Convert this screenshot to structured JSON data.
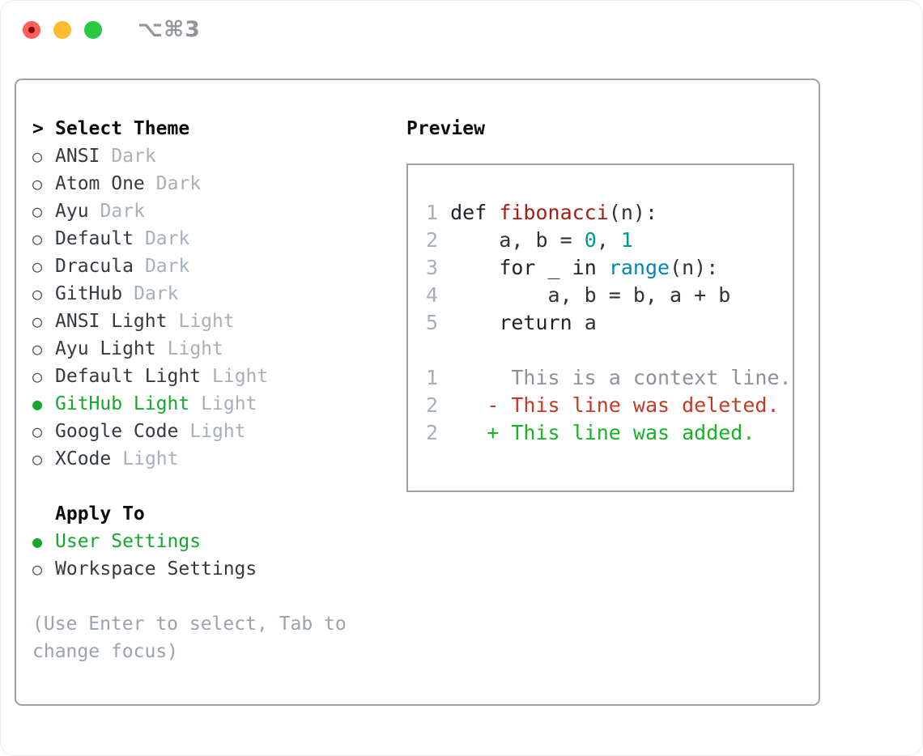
{
  "window": {
    "title": "⌥⌘3"
  },
  "theme_list": {
    "prompt": ">",
    "header": "Select Theme",
    "radio_unselected_icon": "○",
    "radio_selected_icon": "●",
    "items": [
      {
        "name": "ANSI",
        "variant": "Dark",
        "selected": false
      },
      {
        "name": "Atom One",
        "variant": "Dark",
        "selected": false
      },
      {
        "name": "Ayu",
        "variant": "Dark",
        "selected": false
      },
      {
        "name": "Default",
        "variant": "Dark",
        "selected": false
      },
      {
        "name": "Dracula",
        "variant": "Dark",
        "selected": false
      },
      {
        "name": "GitHub",
        "variant": "Dark",
        "selected": false
      },
      {
        "name": "ANSI Light",
        "variant": "Light",
        "selected": false
      },
      {
        "name": "Ayu Light",
        "variant": "Light",
        "selected": false
      },
      {
        "name": "Default Light",
        "variant": "Light",
        "selected": false
      },
      {
        "name": "GitHub Light",
        "variant": "Light",
        "selected": true
      },
      {
        "name": "Google Code",
        "variant": "Light",
        "selected": false
      },
      {
        "name": "XCode",
        "variant": "Light",
        "selected": false
      }
    ]
  },
  "apply_to": {
    "header": "Apply To",
    "options": [
      {
        "label": "User Settings",
        "selected": true
      },
      {
        "label": "Workspace Settings",
        "selected": false
      }
    ]
  },
  "help_text": "(Use Enter to select, Tab to change focus)",
  "preview": {
    "header": "Preview",
    "code_lines": [
      [
        {
          "t": "1 ",
          "c": "ln"
        },
        {
          "t": "def ",
          "c": "kw"
        },
        {
          "t": "fibonacci",
          "c": "fn"
        },
        {
          "t": "(n):",
          "c": "pl"
        }
      ],
      [
        {
          "t": "2 ",
          "c": "ln"
        },
        {
          "t": "    a, b = ",
          "c": "pl"
        },
        {
          "t": "0",
          "c": "num"
        },
        {
          "t": ", ",
          "c": "pl"
        },
        {
          "t": "1",
          "c": "num"
        }
      ],
      [
        {
          "t": "3 ",
          "c": "ln"
        },
        {
          "t": "    ",
          "c": "pl"
        },
        {
          "t": "for",
          "c": "kw"
        },
        {
          "t": " _ ",
          "c": "pl"
        },
        {
          "t": "in",
          "c": "kw"
        },
        {
          "t": " ",
          "c": "pl"
        },
        {
          "t": "range",
          "c": "bi"
        },
        {
          "t": "(n):",
          "c": "pl"
        }
      ],
      [
        {
          "t": "4 ",
          "c": "ln"
        },
        {
          "t": "        a, b = b, a + b",
          "c": "pl"
        }
      ],
      [
        {
          "t": "5 ",
          "c": "ln"
        },
        {
          "t": "    ",
          "c": "pl"
        },
        {
          "t": "return",
          "c": "kw"
        },
        {
          "t": " a",
          "c": "pl"
        }
      ]
    ],
    "diff_lines": [
      [
        {
          "t": "1",
          "c": "ln"
        },
        {
          "t": "      This is a context line.",
          "c": "ctx"
        }
      ],
      [
        {
          "t": "2",
          "c": "ln"
        },
        {
          "t": "    ",
          "c": "pl"
        },
        {
          "t": "- This line was deleted.",
          "c": "del"
        }
      ],
      [
        {
          "t": "2",
          "c": "ln"
        },
        {
          "t": "    ",
          "c": "pl"
        },
        {
          "t": "+ This line was added.",
          "c": "add"
        }
      ]
    ]
  },
  "colors": {
    "accent_green": "#13a82c",
    "panel_border": "#9aa3ad",
    "text_primary": "#343a42",
    "text_secondary": "#a6b0bb",
    "help_text": "#98a3af",
    "heading": "#0a0d10",
    "line_number": "#a6b0bb",
    "code_text": "#2d3339",
    "keyword": "#1f242a",
    "function_red": "#a31f14",
    "number_teal": "#009999",
    "builtin_blue": "#0086b3",
    "context_gray": "#8b929a",
    "deleted_red": "#c43a23",
    "added_green": "#17b325",
    "traffic_red": "#ff5f57",
    "traffic_yellow": "#febc2e",
    "traffic_green": "#28c840",
    "title_gray": "#8e959c"
  }
}
